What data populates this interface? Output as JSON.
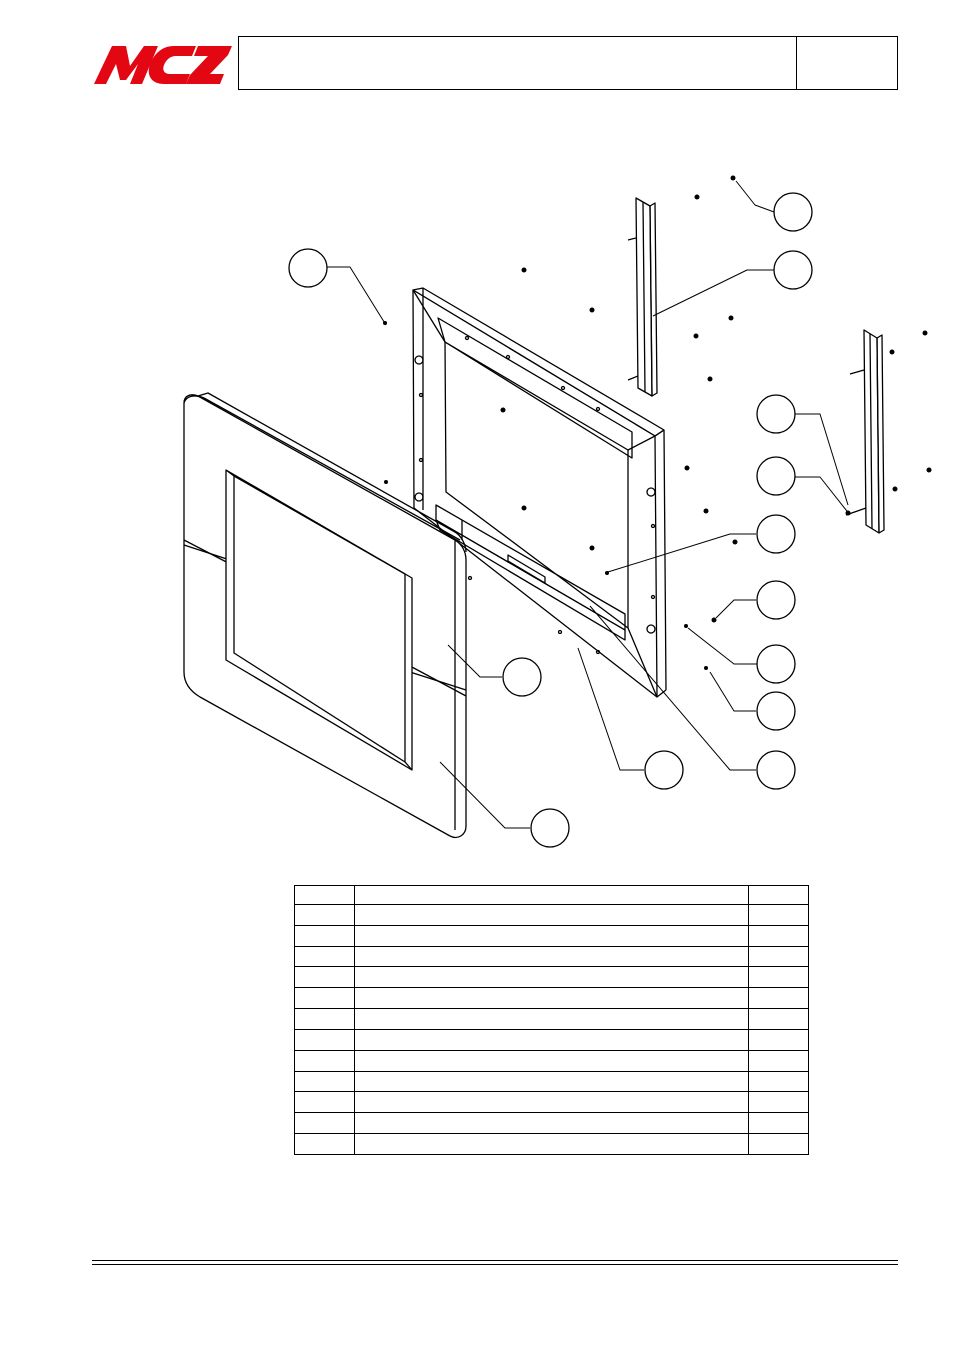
{
  "header": {
    "brand": "MCZ",
    "brand_color": "#e30613",
    "title": "",
    "page_number": ""
  },
  "callouts": [
    {
      "id": "callout-1",
      "label": ""
    },
    {
      "id": "callout-2",
      "label": ""
    },
    {
      "id": "callout-3",
      "label": ""
    },
    {
      "id": "callout-4",
      "label": ""
    },
    {
      "id": "callout-5",
      "label": ""
    },
    {
      "id": "callout-6",
      "label": ""
    },
    {
      "id": "callout-7",
      "label": ""
    },
    {
      "id": "callout-8",
      "label": ""
    },
    {
      "id": "callout-9",
      "label": ""
    },
    {
      "id": "callout-10",
      "label": ""
    },
    {
      "id": "callout-11",
      "label": ""
    },
    {
      "id": "callout-12",
      "label": ""
    },
    {
      "id": "callout-13",
      "label": ""
    }
  ],
  "parts_table": {
    "headers": [
      "",
      "",
      ""
    ],
    "rows": [
      [
        "",
        "",
        ""
      ],
      [
        "",
        "",
        ""
      ],
      [
        "",
        "",
        ""
      ],
      [
        "",
        "",
        ""
      ],
      [
        "",
        "",
        ""
      ],
      [
        "",
        "",
        ""
      ],
      [
        "",
        "",
        ""
      ],
      [
        "",
        "",
        ""
      ],
      [
        "",
        "",
        ""
      ],
      [
        "",
        "",
        ""
      ],
      [
        "",
        "",
        ""
      ],
      [
        "",
        "",
        ""
      ]
    ]
  }
}
